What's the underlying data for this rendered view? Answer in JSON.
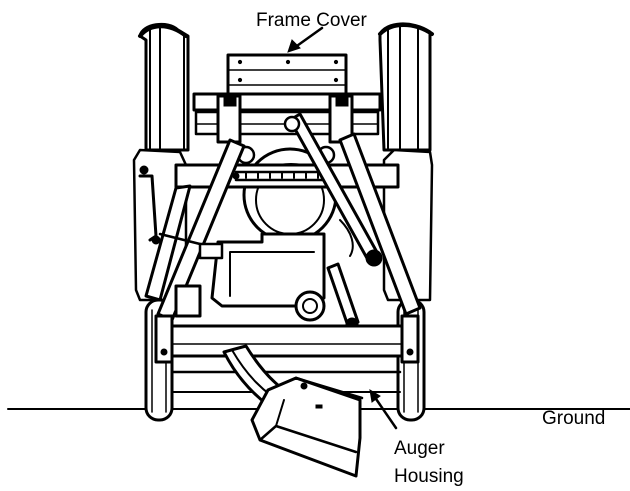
{
  "labels": {
    "frame_cover": "Frame Cover",
    "ground": "Ground",
    "auger_housing_line1": "Auger",
    "auger_housing_line2": "Housing"
  }
}
